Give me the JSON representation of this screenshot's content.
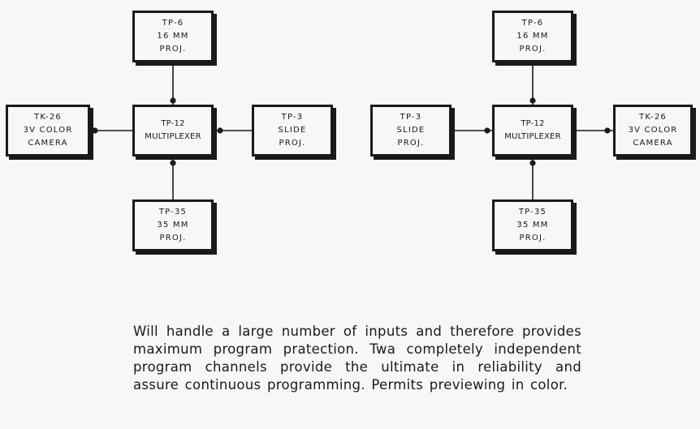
{
  "left_diagram": {
    "tp6": {
      "lines": [
        "TP-6",
        "16 MM",
        "PROJ."
      ]
    },
    "tk26": {
      "lines": [
        "TK-26",
        "3V COLOR",
        "CAMERA"
      ]
    },
    "tp12": {
      "lines": [
        "TP-12",
        "MULTIPLEXER"
      ]
    },
    "tp3": {
      "lines": [
        "TP-3",
        "SLIDE",
        "PROJ."
      ]
    },
    "tp35": {
      "lines": [
        "TP-35",
        "35 MM",
        "PROJ."
      ]
    }
  },
  "right_diagram": {
    "tp6": {
      "lines": [
        "TP-6",
        "16 MM",
        "PROJ."
      ]
    },
    "tp3": {
      "lines": [
        "TP-3",
        "SLIDE",
        "PROJ."
      ]
    },
    "tp12": {
      "lines": [
        "TP-12",
        "MULTIPLEXER"
      ]
    },
    "tk26": {
      "lines": [
        "TK-26",
        "3V COLOR",
        "CAMERA"
      ]
    },
    "tp35": {
      "lines": [
        "TP-35",
        "35 MM",
        "PROJ."
      ]
    }
  },
  "caption": "Will handle a large number of inputs and therefore provides maximum program pratection. Twa completely independent program channels provide the ultimate in reliability and assure continuous programming. Permits previewing in color.",
  "colors": {
    "ink": "#1a1a1a",
    "paper": "#f7f7f5"
  }
}
